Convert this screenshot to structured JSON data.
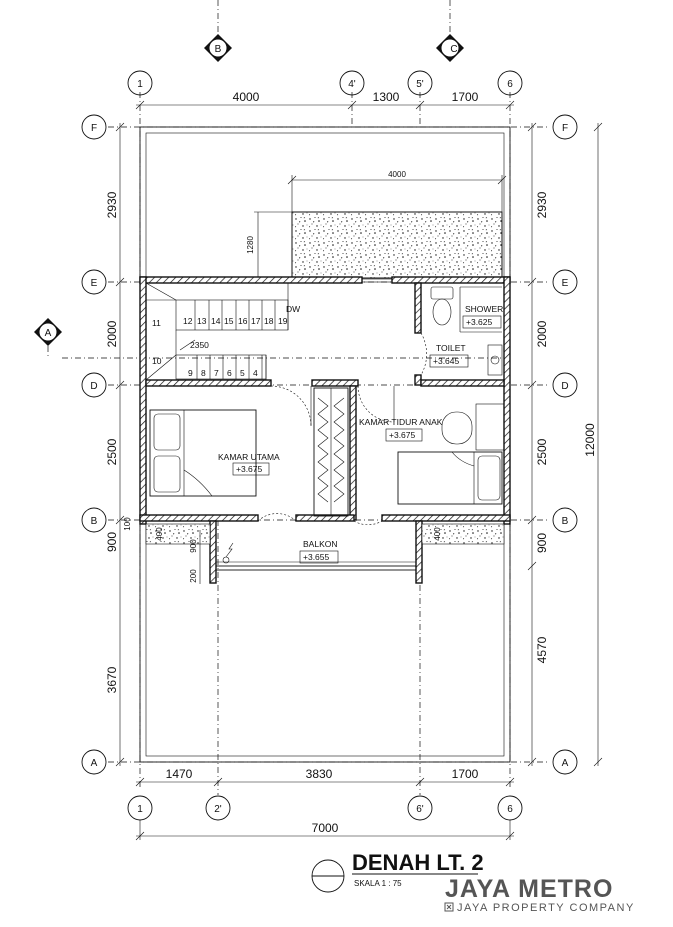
{
  "grid_bubbles_top": [
    "1",
    "4'",
    "5'",
    "6"
  ],
  "grid_bubbles_bottom": [
    "1",
    "2'",
    "6'",
    "6"
  ],
  "section_markers": {
    "left": "A",
    "top_b": "B",
    "top_c": "C"
  },
  "row_labels": {
    "F": "F",
    "E": "E",
    "D": "D",
    "B": "B",
    "A": "A"
  },
  "dims_top": [
    "4000",
    "1300",
    "1700"
  ],
  "dims_bottom": [
    "1470",
    "3830",
    "1700"
  ],
  "dim_total_bottom": "7000",
  "dims_left": [
    "2930",
    "2000",
    "2500",
    "3670"
  ],
  "dims_left_small": [
    "100",
    "900",
    "400",
    "900",
    "200"
  ],
  "dims_right": [
    "2930",
    "2000",
    "2500",
    "900",
    "4570"
  ],
  "dim_right_total": "12000",
  "dim_right_small": "400",
  "dim_carport_width": "4000",
  "dim_carport_depth": "1280",
  "stairs": {
    "upper_steps": [
      "11",
      "12",
      "13",
      "14",
      "15",
      "16",
      "17",
      "18",
      "19"
    ],
    "lower_steps": [
      "10",
      "9",
      "8",
      "7",
      "6",
      "5",
      "4"
    ],
    "dim": "2350",
    "dw_label": "DW"
  },
  "rooms": {
    "shower": {
      "name": "SHOWER",
      "level": "+3.625"
    },
    "toilet": {
      "name": "TOILET",
      "level": "+3.645"
    },
    "kamar_utama": {
      "name": "KAMAR UTAMA",
      "level": "+3.675"
    },
    "kamar_anak": {
      "name": "KAMAR TIDUR ANAK",
      "level": "+3.675"
    },
    "balkon": {
      "name": "BALKON",
      "level": "+3.655"
    }
  },
  "title": {
    "name": "DENAH LT. 2",
    "scale": "SKALA   1 : 75"
  },
  "brand": {
    "name": "JAYA METRO",
    "tagline": "JAYA PROPERTY COMPANY"
  }
}
